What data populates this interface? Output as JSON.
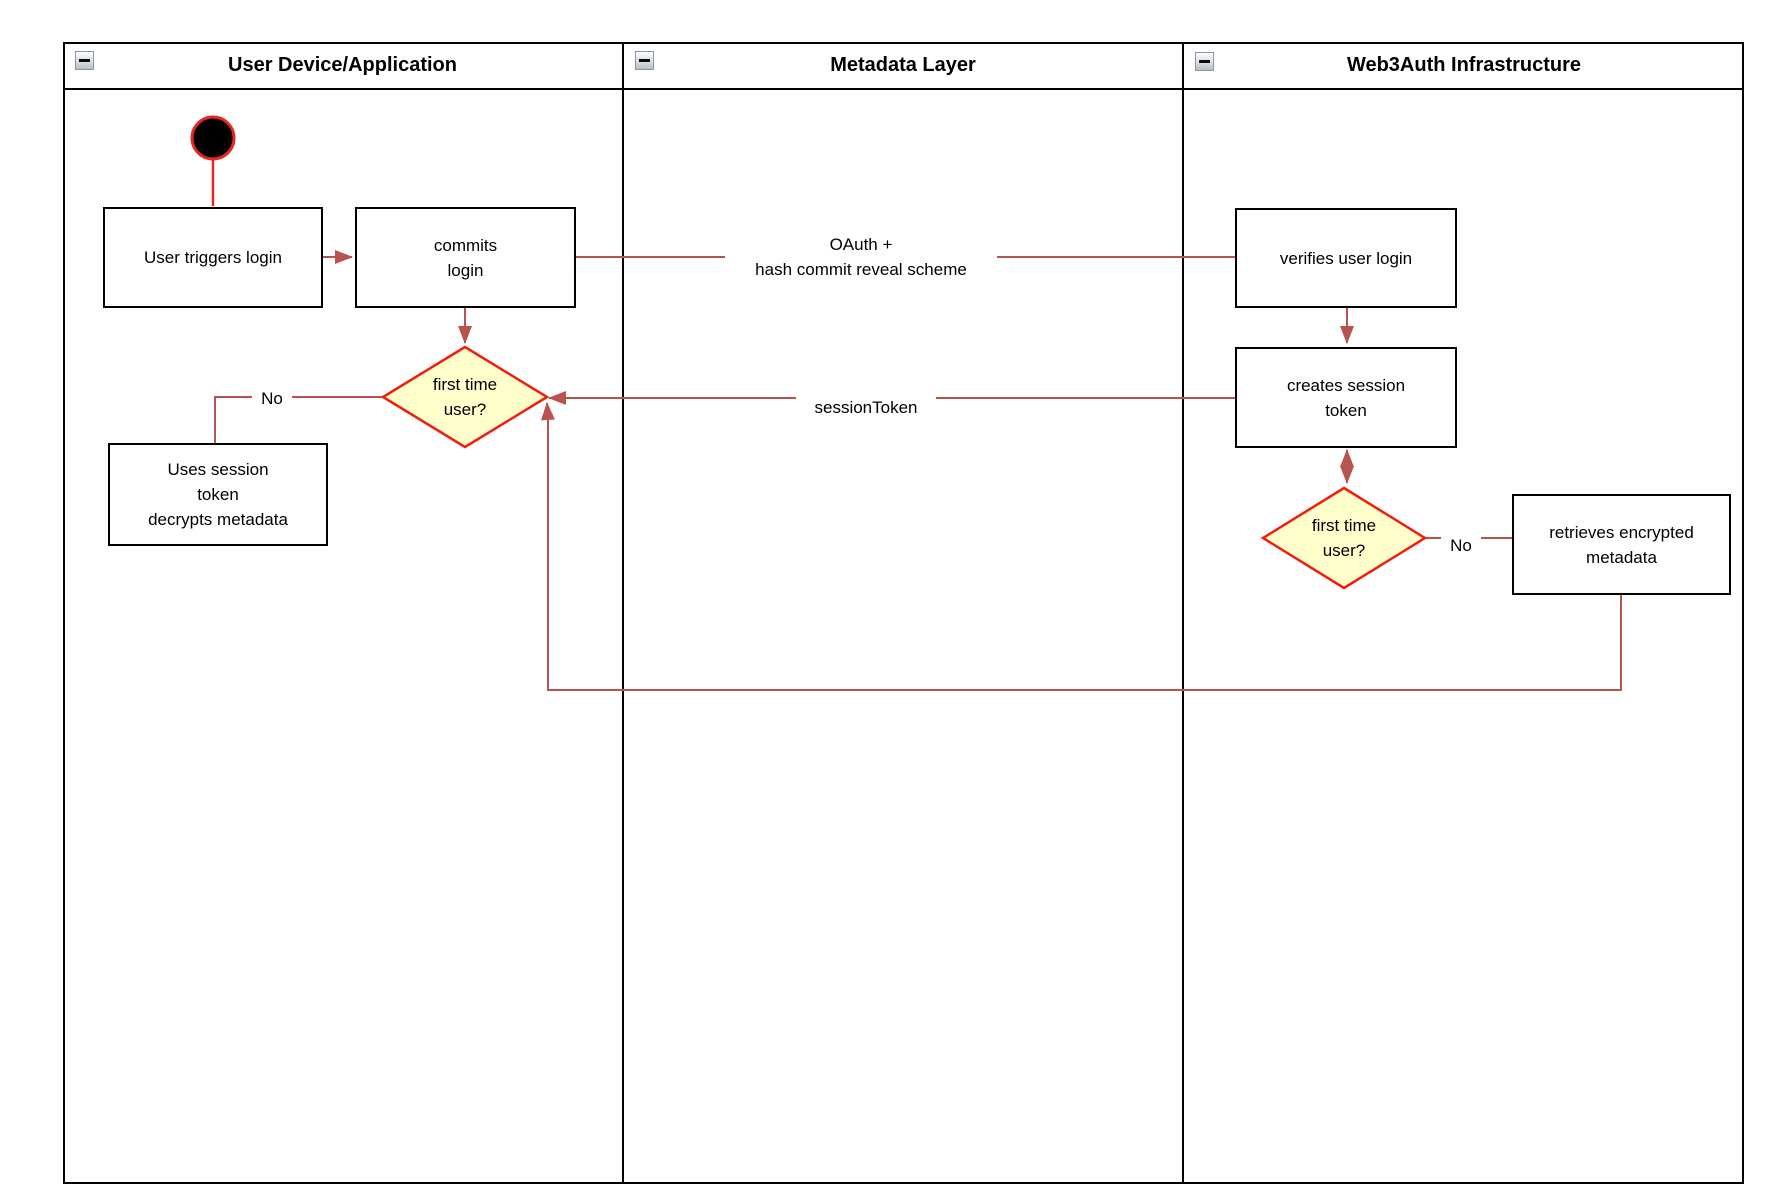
{
  "lanes": [
    {
      "title": "User Device/Application",
      "collapse_icon": "minus"
    },
    {
      "title": "Metadata Layer",
      "collapse_icon": "minus"
    },
    {
      "title": "Web3Auth Infrastructure",
      "collapse_icon": "minus"
    }
  ],
  "nodes": {
    "user_triggers_login": "User triggers login",
    "commits_login": "commits\nlogin",
    "first_time_user_device": "first time\nuser?",
    "uses_session_token": "Uses session\ntoken\ndecrypts metadata",
    "verifies_user_login": "verifies user login",
    "creates_session_token": "creates session\ntoken",
    "first_time_user_infra": "first time\nuser?",
    "retrieves_encrypted_metadata": "retrieves encrypted\nmetadata"
  },
  "edge_labels": {
    "oauth": "OAuth +\nhash commit reveal scheme",
    "session_token": "sessionToken",
    "no_device": "No",
    "no_infra": "No"
  },
  "colors": {
    "connector": "#b85450",
    "start": "#e8281e",
    "decision_border": "#f21d0e",
    "decision_fill": "#ffffcc",
    "node_border": "#000000",
    "node_fill": "#ffffff"
  }
}
